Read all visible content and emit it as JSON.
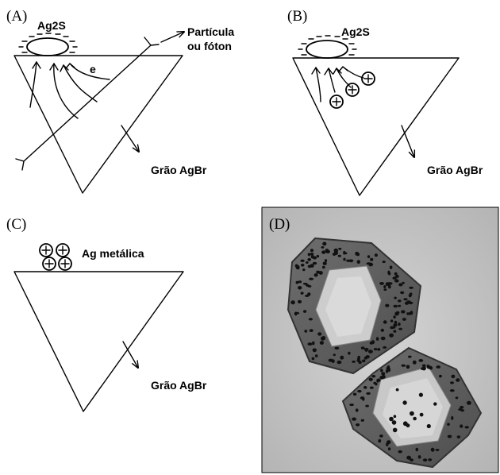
{
  "panels": {
    "a": {
      "letter": "(A)",
      "ag2s": "Ag2S",
      "particle_line1": "Partícula",
      "particle_line2": "ou fóton",
      "electron": "e",
      "grain": "Grão AgBr"
    },
    "b": {
      "letter": "(B)",
      "ag2s": "Ag2S",
      "grain": "Grão AgBr"
    },
    "c": {
      "letter": "(C)",
      "silver": "Ag metálica",
      "grain": "Grão AgBr"
    },
    "d": {
      "letter": "(D)"
    }
  },
  "colors": {
    "ink": "#000000",
    "photo_background": "#c6c6c6",
    "crystal": "#5e5e5e",
    "crystal_center": "#cfcfcf"
  }
}
